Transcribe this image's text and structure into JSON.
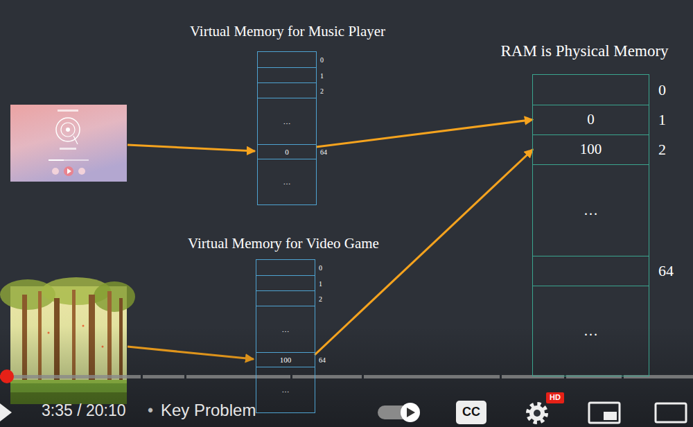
{
  "diagram": {
    "nodes": [
      {
        "text": [
          "Virtual Memory for Music Player"
        ]
      },
      {
        "text": [
          "0"
        ],
        "in": 0
      },
      {
        "text": [
          "1"
        ],
        "in": 0
      },
      {
        "text": [
          "2"
        ],
        "in": 0
      },
      {
        "text": [
          "…"
        ],
        "in": 0
      },
      {
        "text": [
          "0",
          "64"
        ],
        "in": 0
      },
      {
        "text": [
          "…"
        ],
        "in": 0
      },
      {
        "text": [
          "Virtual Memory for Video Game"
        ]
      },
      {
        "text": [
          "0"
        ],
        "in": 7
      },
      {
        "text": [
          "1"
        ],
        "in": 7
      },
      {
        "text": [
          "2"
        ],
        "in": 7
      },
      {
        "text": [
          "…"
        ],
        "in": 7
      },
      {
        "text": [
          "100",
          "64"
        ],
        "in": 7
      },
      {
        "text": [
          "…"
        ],
        "in": 7
      },
      {
        "text": [
          "RAM is Physical Memory"
        ]
      },
      {
        "text": [
          "0"
        ],
        "in": 14
      },
      {
        "text": [
          "0",
          "1"
        ],
        "in": 14
      },
      {
        "text": [
          "100",
          "2"
        ],
        "in": 14
      },
      {
        "text": [
          "…"
        ],
        "in": 14
      },
      {
        "text": [
          "64"
        ],
        "in": 14
      },
      {
        "text": [
          "…"
        ],
        "in": 14
      }
    ],
    "edges": [
      {
        "from": 5,
        "to": 16,
        "arrow": "to"
      },
      {
        "from": 12,
        "to": 17,
        "arrow": "to"
      }
    ],
    "labels": [
      "3:35 / 20:10",
      "•",
      "Key Problem",
      "CC",
      "HD"
    ]
  }
}
